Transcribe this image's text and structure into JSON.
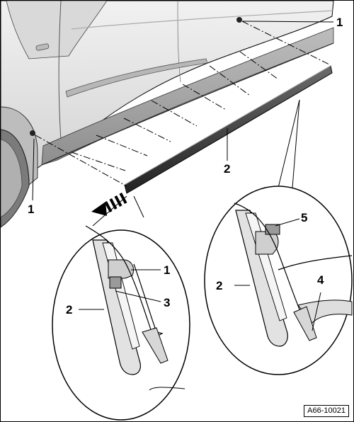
{
  "figure": {
    "reference_code": "A66-10021",
    "callouts": [
      {
        "id": "c1-top",
        "label": "1"
      },
      {
        "id": "c1-left",
        "label": "1"
      },
      {
        "id": "c2-main",
        "label": "2"
      },
      {
        "id": "c5",
        "label": "5"
      },
      {
        "id": "c2-right",
        "label": "2"
      },
      {
        "id": "c4",
        "label": "4"
      },
      {
        "id": "c1-detail",
        "label": "1"
      },
      {
        "id": "c3",
        "label": "3"
      },
      {
        "id": "c2-left",
        "label": "2"
      }
    ]
  },
  "colors": {
    "body_light": "#e9e9e9",
    "body_mid": "#cfcfcf",
    "body_dark": "#9c9c9c",
    "trim_dark": "#3b3b3b",
    "line": "#000000"
  }
}
